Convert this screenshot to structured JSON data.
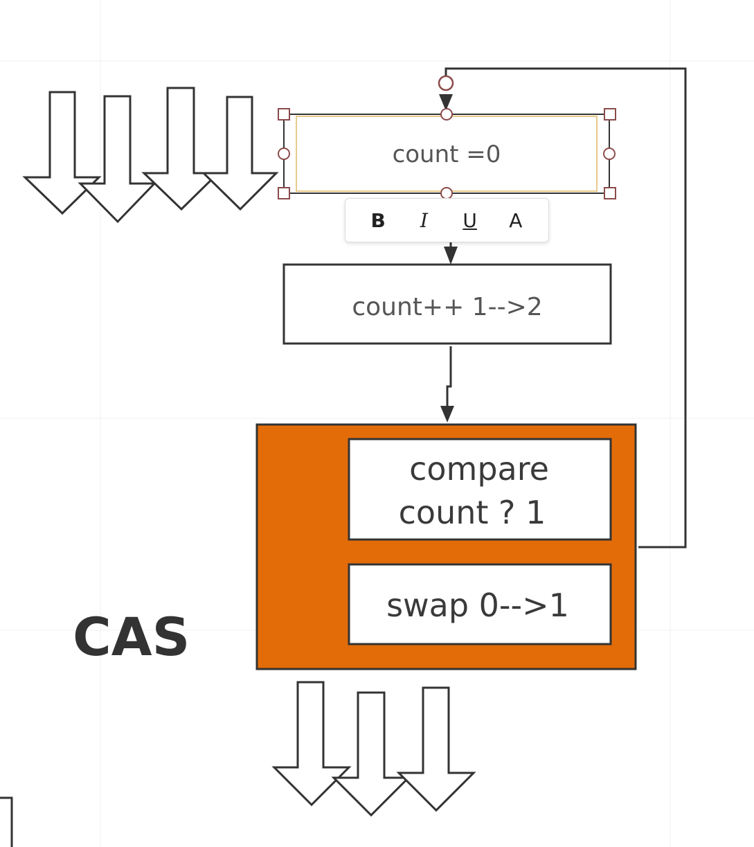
{
  "canvas": {
    "background": "#ffffff",
    "grid_color": "#f2f2f2"
  },
  "nodes": {
    "count_init": {
      "label": "count =0",
      "selected": true
    },
    "count_increment": {
      "label": "count++ 1-->2"
    },
    "cas_block": {
      "fill_color": "#e36c09",
      "compare_line1": "compare",
      "compare_line2": "count ? 1",
      "swap_label": "swap 0-->1"
    }
  },
  "cas_title": "CAS",
  "text_toolbar": {
    "bold": "B",
    "italic": "I",
    "underline": "U",
    "font_color": "A"
  },
  "icons": {
    "thread_arrows_top": [
      "down-arrow-icon",
      "down-arrow-icon",
      "down-arrow-icon",
      "down-arrow-icon"
    ],
    "thread_arrows_bottom": [
      "down-arrow-icon",
      "down-arrow-icon",
      "down-arrow-icon"
    ]
  },
  "colors": {
    "stroke": "#333333",
    "selection": "#e8c98a",
    "handle": "#8b4a4a"
  }
}
